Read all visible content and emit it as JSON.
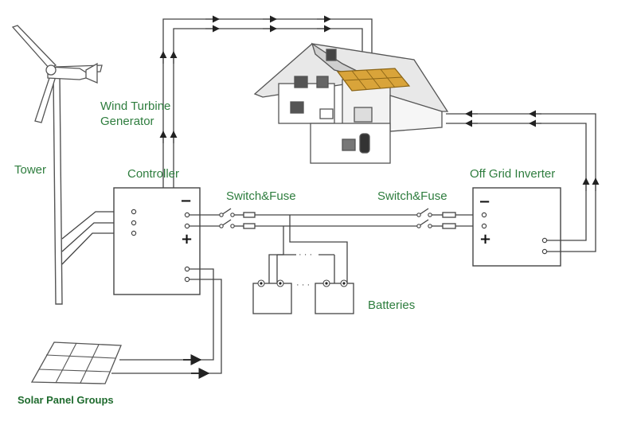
{
  "labels": {
    "wind_turbine_line1": "Wind Turbine",
    "wind_turbine_line2": "Generator",
    "tower": "Tower",
    "controller": "Controller",
    "switch_fuse_left": "Switch&Fuse",
    "switch_fuse_right": "Switch&Fuse",
    "off_grid_inverter": "Off Grid Inverter",
    "batteries": "Batteries",
    "solar_panel_groups": "Solar Panel Groups"
  },
  "terminals": {
    "controller_minus": "−",
    "controller_plus": "+",
    "inverter_minus": "−",
    "inverter_plus": "+",
    "battery_gap": "· · ·",
    "battery_link_gap": "· · ·"
  },
  "colors": {
    "label_green": "#2e7d3e",
    "line": "#444444",
    "roof_panel": "#d9a43a"
  }
}
